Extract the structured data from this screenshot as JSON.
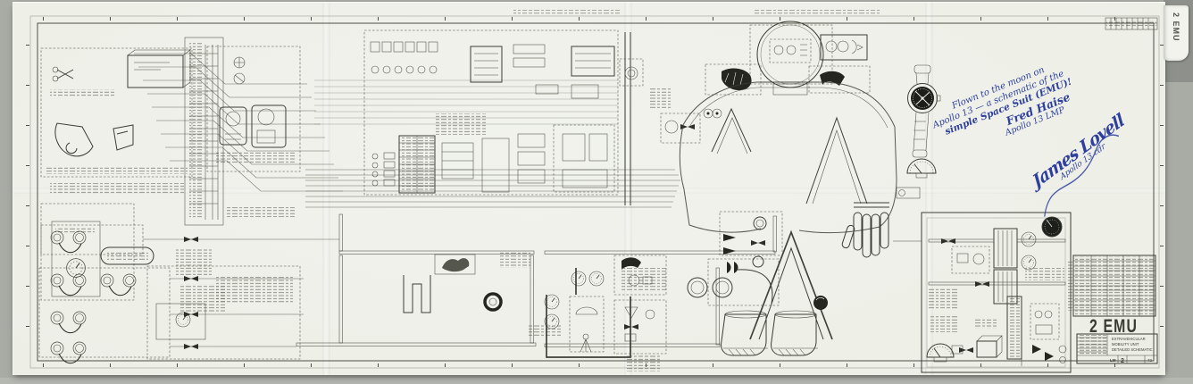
{
  "scene": {
    "background_color": "#a9aba5",
    "paper_color": "#eef0e8",
    "ink_color": "#45473e",
    "blue_ink_color": "#2e3f9e",
    "label_color": "#3f2a22"
  },
  "sheet": {
    "big_label": "2 EMU",
    "flap_label": "2 EMU"
  },
  "title_block": {
    "title_line1": "EXTRAVEHICULAR",
    "title_line2": "MOBILITY UNIT",
    "title_line3": "DETAILED SCHEMATIC",
    "code": "LM",
    "sheet_no": "2",
    "size": "72"
  },
  "inscription": {
    "line1": "Flown to the moon on",
    "line2": "Apollo 13 — a schematic of the",
    "line3": "simple Space Suit (EMU)!",
    "signer_name": "Fred Haise",
    "signer_title": "Apollo 13 LMP"
  },
  "signature": {
    "name": "James Lovell",
    "title": "Apollo 13 cdr"
  }
}
